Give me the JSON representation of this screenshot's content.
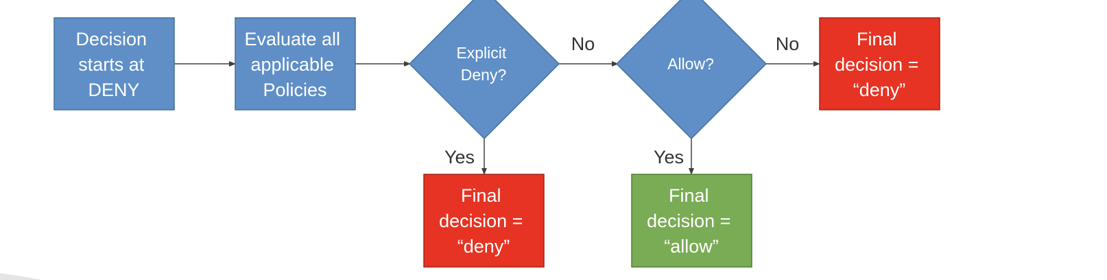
{
  "colors": {
    "process_fill": "#5f8fc6",
    "process_stroke": "#41719c",
    "deny_fill": "#e63323",
    "deny_stroke": "#a02617",
    "allow_fill": "#7aab55",
    "allow_stroke": "#507e32",
    "connector": "#404040",
    "label_text": "#333333",
    "node_text": "#ffffff"
  },
  "nodes": {
    "start": {
      "shape": "rectangle",
      "lines": [
        "Decision",
        "starts at",
        "DENY"
      ]
    },
    "evaluate": {
      "shape": "rectangle",
      "lines": [
        "Evaluate all",
        "applicable",
        "Policies"
      ]
    },
    "explicit_deny": {
      "shape": "diamond",
      "lines": [
        "Explicit",
        "Deny?"
      ]
    },
    "allow_check": {
      "shape": "diamond",
      "lines": [
        "Allow?"
      ]
    },
    "final_deny_right": {
      "shape": "rectangle",
      "lines": [
        "Final",
        "decision =",
        "“deny”"
      ]
    },
    "final_deny_bottom": {
      "shape": "rectangle",
      "lines": [
        "Final",
        "decision =",
        "“deny”"
      ]
    },
    "final_allow": {
      "shape": "rectangle",
      "lines": [
        "Final",
        "decision =",
        "“allow”"
      ]
    }
  },
  "edges": {
    "start_to_evaluate": {
      "from": "start",
      "to": "evaluate",
      "label": ""
    },
    "evaluate_to_explicit": {
      "from": "evaluate",
      "to": "explicit_deny",
      "label": ""
    },
    "explicit_no": {
      "from": "explicit_deny",
      "to": "allow_check",
      "label": "No"
    },
    "allow_no": {
      "from": "allow_check",
      "to": "final_deny_right",
      "label": "No"
    },
    "explicit_yes": {
      "from": "explicit_deny",
      "to": "final_deny_bottom",
      "label": "Yes"
    },
    "allow_yes": {
      "from": "allow_check",
      "to": "final_allow",
      "label": "Yes"
    }
  }
}
